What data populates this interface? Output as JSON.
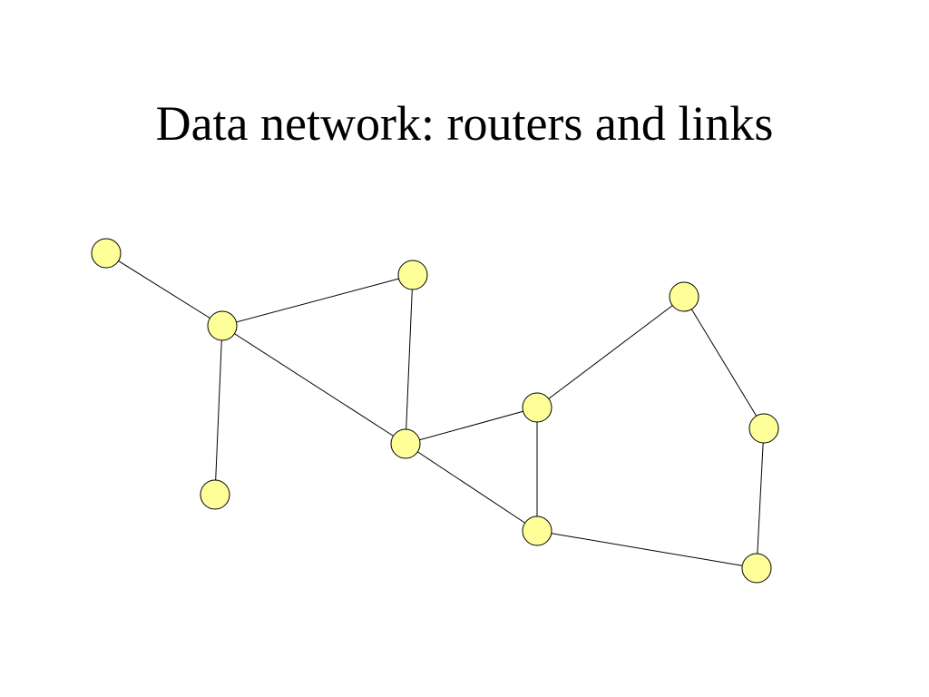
{
  "slide": {
    "title": "Data network: routers and links"
  },
  "colors": {
    "router_fill": "#ffff99",
    "router_stroke": "#000000",
    "link_stroke": "#000000",
    "background": "#ffffff"
  },
  "network": {
    "routers": [
      "r1",
      "r2",
      "r3",
      "r4",
      "r5",
      "r6",
      "r7",
      "r8",
      "r9",
      "r10"
    ],
    "links": [
      [
        "r1",
        "r2"
      ],
      [
        "r2",
        "r3"
      ],
      [
        "r2",
        "r4"
      ],
      [
        "r2",
        "r5"
      ],
      [
        "r3",
        "r5"
      ],
      [
        "r5",
        "r6"
      ],
      [
        "r5",
        "r7"
      ],
      [
        "r6",
        "r7"
      ],
      [
        "r6",
        "r8"
      ],
      [
        "r8",
        "r9"
      ],
      [
        "r9",
        "r10"
      ],
      [
        "r7",
        "r10"
      ]
    ]
  }
}
